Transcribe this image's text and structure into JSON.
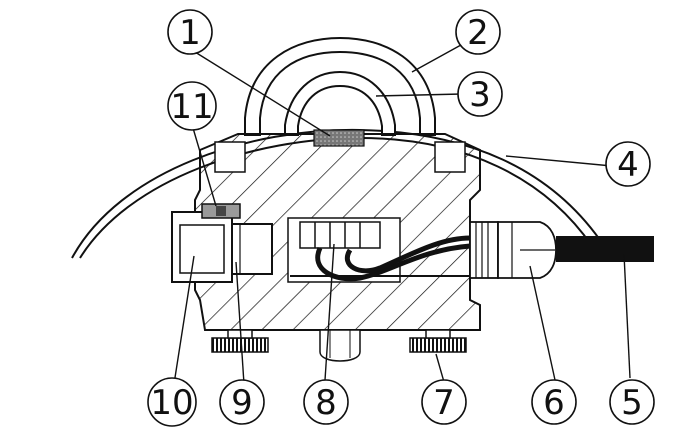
{
  "diagram": {
    "callouts": [
      {
        "id": "c1",
        "label": "1"
      },
      {
        "id": "c2",
        "label": "2"
      },
      {
        "id": "c3",
        "label": "3"
      },
      {
        "id": "c4",
        "label": "4"
      },
      {
        "id": "c5",
        "label": "5"
      },
      {
        "id": "c6",
        "label": "6"
      },
      {
        "id": "c7",
        "label": "7"
      },
      {
        "id": "c8",
        "label": "8"
      },
      {
        "id": "c9",
        "label": "9"
      },
      {
        "id": "c10",
        "label": "10"
      },
      {
        "id": "c11",
        "label": "11"
      }
    ]
  },
  "colors": {
    "line": "#111111",
    "hatch": "#111111",
    "background": "#ffffff",
    "pad": "#888888"
  }
}
